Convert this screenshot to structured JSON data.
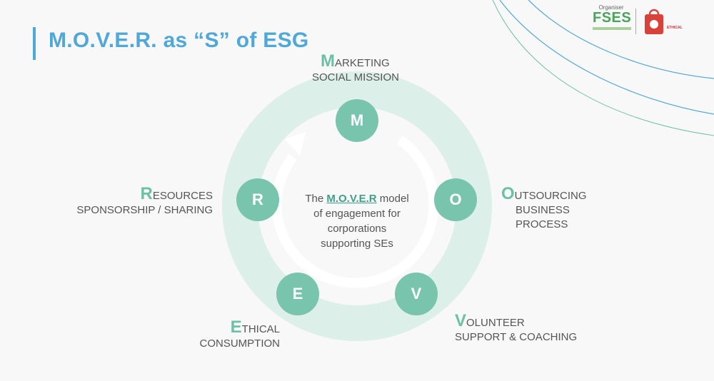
{
  "slide": {
    "title": "M.O.V.E.R. as “S” of ESG"
  },
  "logos": {
    "organiser_label": "Organiser",
    "fses": "FSES",
    "ethical_text": "ETHICAL"
  },
  "center": {
    "prefix": "The ",
    "highlight": "M.O.V.E.R",
    "suffix": " model",
    "line2": "of engagement for",
    "line3": "corporations",
    "line4": "supporting SEs"
  },
  "nodes": {
    "m": {
      "letter": "M",
      "first": "M",
      "rest": "ARKETING",
      "line2": "SOCIAL MISSION"
    },
    "o": {
      "letter": "O",
      "first": "O",
      "rest": "UTSOURCING",
      "line2": "BUSINESS",
      "line3": "PROCESS"
    },
    "v": {
      "letter": "V",
      "first": "V",
      "rest": "OLUNTEER",
      "line2": "SUPPORT & COACHING"
    },
    "e": {
      "letter": "E",
      "first": "E",
      "rest": "THICAL",
      "line2": "CONSUMPTION"
    },
    "r": {
      "letter": "R",
      "first": "R",
      "rest": "ESOURCES",
      "line2": "SPONSORSHIP / SHARING"
    }
  },
  "colors": {
    "title": "#4fa8d8",
    "ring": "#dcefe8",
    "circle": "#78c4ad",
    "accent_letter": "#6cc0a6"
  }
}
